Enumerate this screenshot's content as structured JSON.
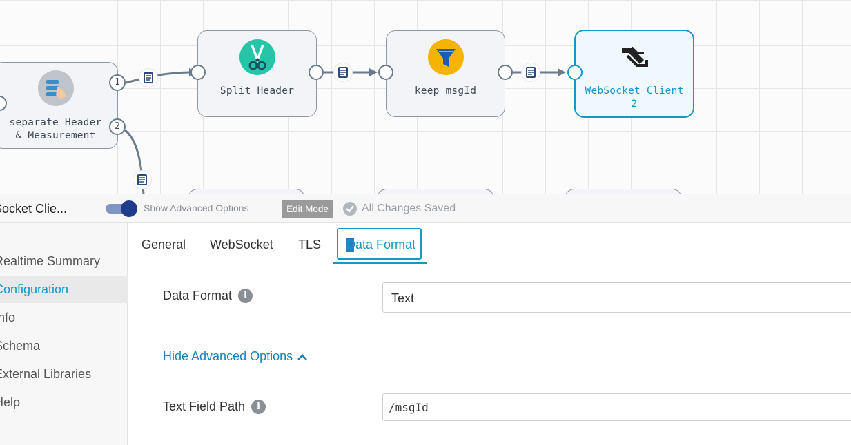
{
  "canvas": {
    "stages": [
      {
        "id": "separate",
        "label_line1": "separate Header",
        "label_line2": "& Measurement",
        "icon": "stream-selector-icon"
      },
      {
        "id": "split",
        "label": "Split Header",
        "icon": "scissors-icon"
      },
      {
        "id": "keep",
        "label": "keep msgId",
        "icon": "funnel-icon"
      },
      {
        "id": "ws",
        "label_line1": "WebSocket Client",
        "label_line2": "2",
        "icon": "websocket-icon"
      }
    ],
    "output_ports": [
      "1",
      "2"
    ],
    "link_icon": "document-icon"
  },
  "toolbar": {
    "stage_name": "Socket Clie...",
    "show_advanced_label": "Show Advanced Options",
    "show_advanced_on": true,
    "edit_mode_label": "Edit Mode",
    "saved_label": "All Changes Saved"
  },
  "sidebar": {
    "items": [
      {
        "label": "Realtime Summary"
      },
      {
        "label": "Configuration"
      },
      {
        "label": "Info"
      },
      {
        "label": "Schema"
      },
      {
        "label": "External Libraries"
      },
      {
        "label": "Help"
      }
    ],
    "active": "Configuration"
  },
  "tabs": [
    {
      "label": "General"
    },
    {
      "label": "WebSocket"
    },
    {
      "label": "TLS"
    },
    {
      "label": "Data Format"
    }
  ],
  "active_tab": "Data Format",
  "form": {
    "data_format_label": "Data Format",
    "data_format_value": "Text",
    "hide_advanced_label": "Hide Advanced Options",
    "text_field_path_label": "Text Field Path",
    "text_field_path_value": "/msgId"
  },
  "colors": {
    "accent": "#1497c9",
    "toggle": "#1f3d8a"
  }
}
